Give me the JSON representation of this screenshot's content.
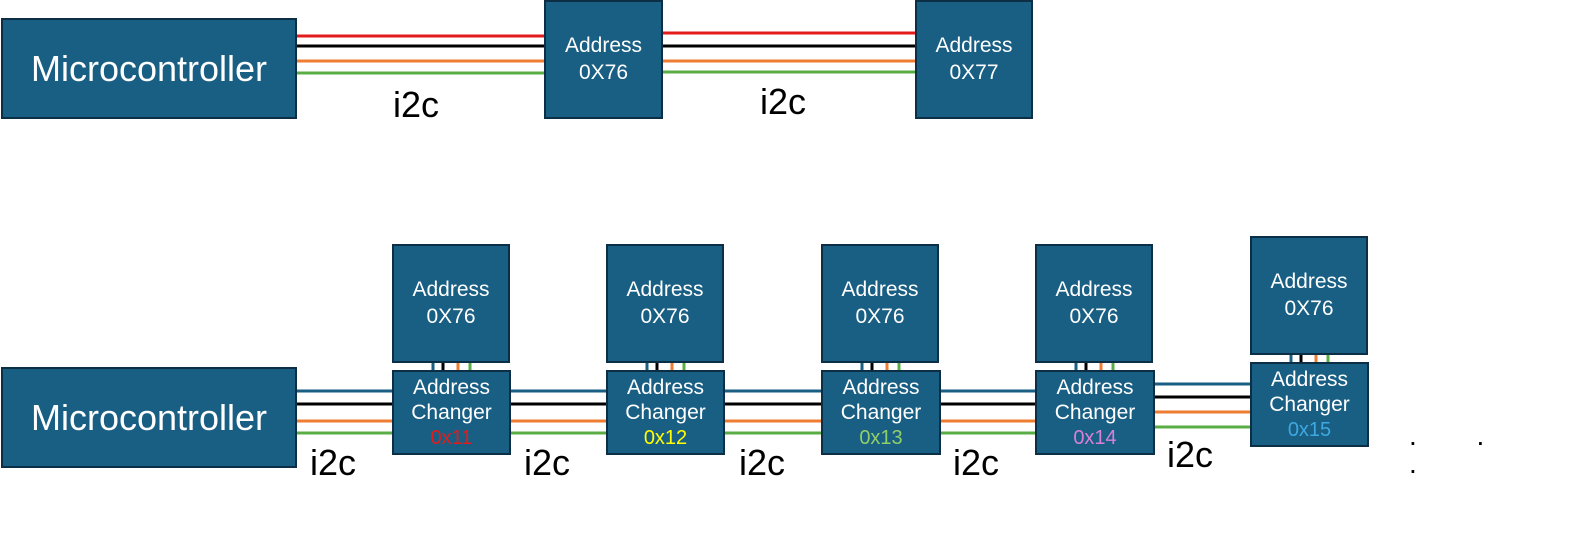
{
  "colors": {
    "box_fill": "#195e83",
    "box_border": "#0d2f45",
    "wire_red": "#e41b1b",
    "wire_black": "#000000",
    "wire_orange": "#ee7d31",
    "wire_green": "#5aac44",
    "wire_blue": "#195e83"
  },
  "top": {
    "mcu_label": "Microcontroller",
    "devices": [
      {
        "line1": "Address",
        "line2": "0X76"
      },
      {
        "line1": "Address",
        "line2": "0X77"
      }
    ],
    "bus_labels": [
      "i2c",
      "i2c"
    ]
  },
  "bottom": {
    "mcu_label": "Microcontroller",
    "devices": [
      {
        "line1": "Address",
        "line2": "0X76"
      },
      {
        "line1": "Address",
        "line2": "0X76"
      },
      {
        "line1": "Address",
        "line2": "0X76"
      },
      {
        "line1": "Address",
        "line2": "0X76"
      },
      {
        "line1": "Address",
        "line2": "0X76"
      }
    ],
    "changers": [
      {
        "line1": "Address",
        "line2": "Changer",
        "code": "0x11",
        "code_color": "#e41b1b"
      },
      {
        "line1": "Address",
        "line2": "Changer",
        "code": "0x12",
        "code_color": "#ffff00"
      },
      {
        "line1": "Address",
        "line2": "Changer",
        "code": "0x13",
        "code_color": "#8fcf6a"
      },
      {
        "line1": "Address",
        "line2": "Changer",
        "code": "0x14",
        "code_color": "#d880d8"
      },
      {
        "line1": "Address",
        "line2": "Changer",
        "code": "0x15",
        "code_color": "#3ea8e0"
      }
    ],
    "bus_labels": [
      "i2c",
      "i2c",
      "i2c",
      "i2c",
      "i2c"
    ],
    "continuation": ". . ."
  }
}
